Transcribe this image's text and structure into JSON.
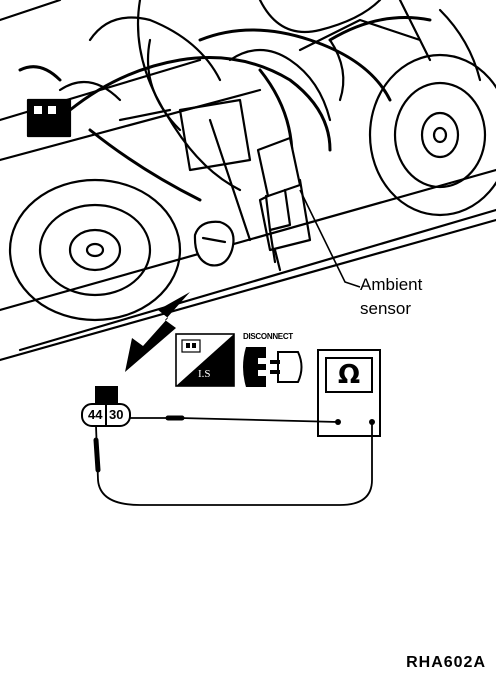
{
  "callout": {
    "line1": "Ambient",
    "line2": "sensor"
  },
  "icons": {
    "disconnect_label": "DISCONNECT",
    "ignition_label": "I.S",
    "ohmmeter_symbol": "Ω"
  },
  "connector": {
    "terminals": [
      "44",
      "30"
    ]
  },
  "figure_code": "RHA602A"
}
